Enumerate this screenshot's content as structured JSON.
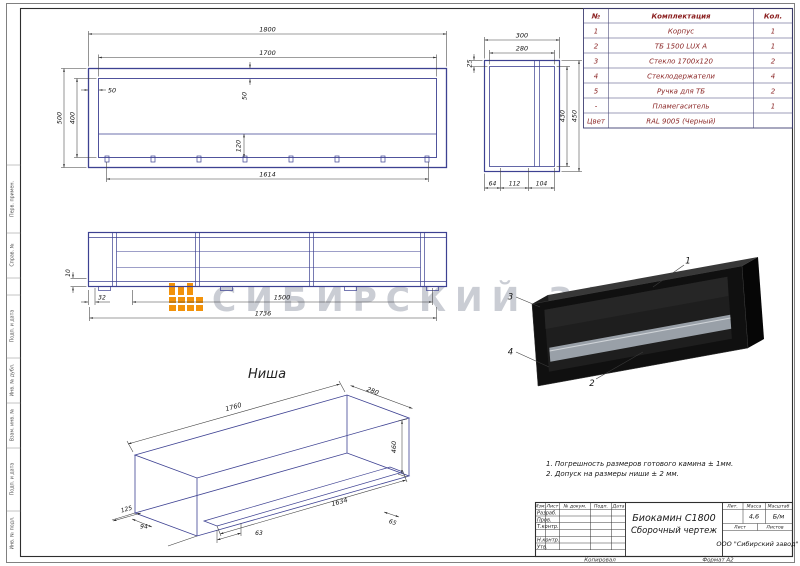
{
  "parts_table": {
    "col_num": "№",
    "col_name": "Комплектация",
    "col_qty": "Кол.",
    "rows": [
      {
        "num": "1",
        "name": "Корпус",
        "qty": "1"
      },
      {
        "num": "2",
        "name": "ТБ 1500 LUX A",
        "qty": "1"
      },
      {
        "num": "3",
        "name": "Стекло 1700х120",
        "qty": "2"
      },
      {
        "num": "4",
        "name": "Стеклодержатели",
        "qty": "4"
      },
      {
        "num": "5",
        "name": "Ручка для ТБ",
        "qty": "2"
      },
      {
        "num": "-",
        "name": "Пламегаситель",
        "qty": "1"
      },
      {
        "num": "Цвет",
        "name": "RAL 9005 (Черный)",
        "qty": ""
      }
    ]
  },
  "views": {
    "front": {
      "dims": {
        "w_total": "1800",
        "w_inner": "1700",
        "off_left": "50",
        "off_top": "50",
        "h_total": "500",
        "h_inner": "400",
        "glass_h": "120",
        "burner_len": "1614"
      }
    },
    "side": {
      "dims": {
        "w_total": "300",
        "w_inner": "280",
        "top_off": "25",
        "h_inner": "430",
        "h_total": "450",
        "seg1": "64",
        "seg2": "112",
        "seg3": "104"
      }
    },
    "plan": {
      "dims": {
        "d10": "10",
        "d32": "32",
        "d1500": "1500",
        "d1736": "1736"
      }
    },
    "niche": {
      "title": "Ниша",
      "dims": {
        "d1760": "1760",
        "d280": "280",
        "d460": "460",
        "d125": "125",
        "d94": "94",
        "d63": "63",
        "d1634": "1634",
        "d65": "65"
      }
    },
    "iso": {
      "callouts": {
        "c1": "1",
        "c2": "2",
        "c3": "3",
        "c4": "4"
      }
    }
  },
  "watermark": {
    "brand": "СИБИРСКИЙ ЗАВОД"
  },
  "notes": {
    "line1": "1. Погрешность размеров готового камина ± 1мм.",
    "line2": "2. Допуск на размеры ниши ± 2 мм."
  },
  "title_block": {
    "doc_line1": "Биокамин С1800",
    "doc_line2": "Сборочный чертеж",
    "cols": [
      "Изм.",
      "Лист",
      "№ докум.",
      "Подп.",
      "Дата"
    ],
    "rows": [
      "Разраб.",
      "Пров.",
      "Т.контр.",
      "Н.контр.",
      "Утв."
    ],
    "lit_label": "Лит.",
    "mass_label": "Масса",
    "scale_label": "Масштаб",
    "mass_value": "4,6",
    "scale_value": "Б/м",
    "sheet_label": "Лист",
    "sheets_label": "Листов",
    "company": "ООО \"Сибирский завод\"",
    "copy_label": "Копировал",
    "format_label": "Формат А2"
  },
  "margins": {
    "m1": "Перв. примен.",
    "m2": "Справ. №",
    "m3": "Подп. и дата",
    "m4": "Инв. № дубл.",
    "m5": "Взам. инв. №",
    "m6": "Подп. и дата",
    "m7": "Инв. № подл."
  }
}
